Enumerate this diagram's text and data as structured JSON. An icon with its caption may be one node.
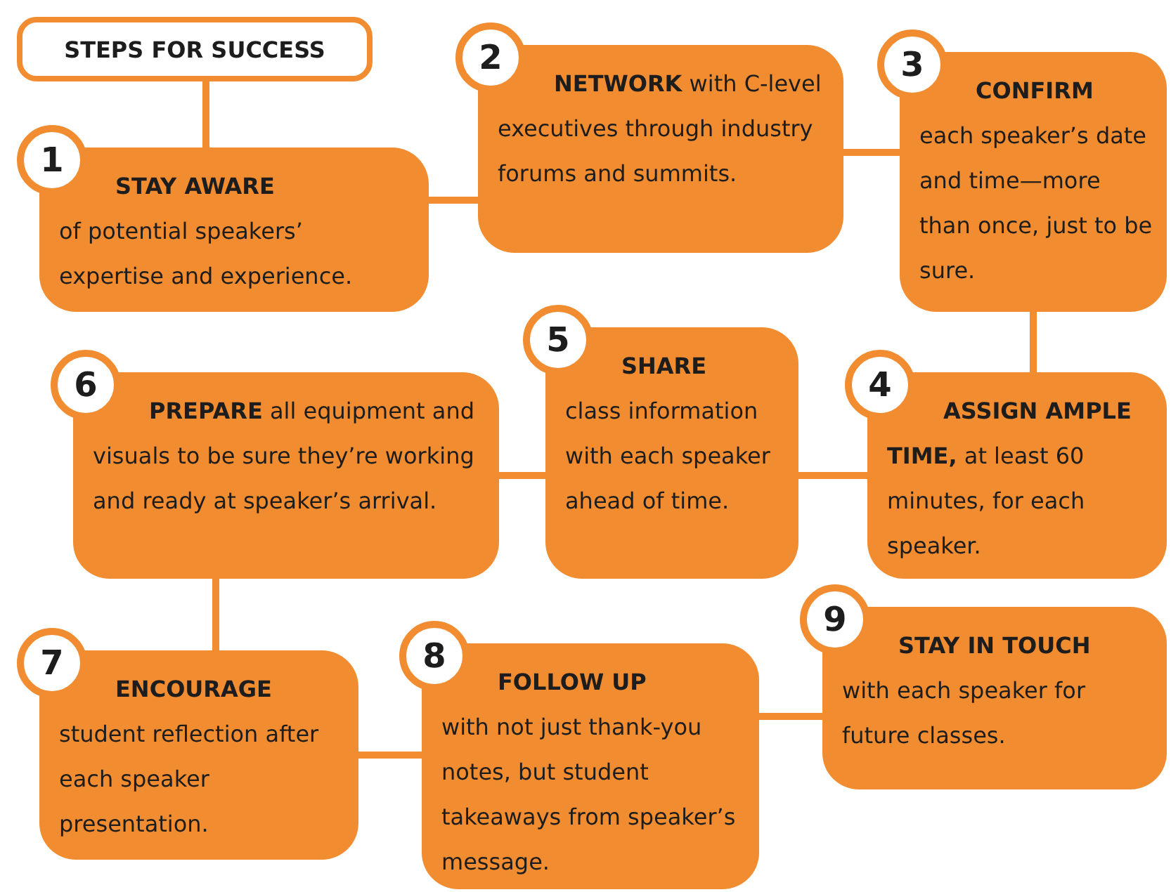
{
  "diagram": {
    "nodes": [
      {
        "text": [
          "STEPS FOR SUCCESS"
        ]
      },
      {
        "text": [
          "1",
          "STAY AWARE",
          "of potential speakers’ expertise and experience."
        ]
      },
      {
        "text": [
          "2",
          "**NETWORK** with C-level executives through industry forums and summits."
        ]
      },
      {
        "text": [
          "3",
          "CONFIRM",
          "each speaker’s date and time—more than once, just to be sure."
        ]
      },
      {
        "text": [
          "4",
          "**ASSIGN AMPLE TIME,** at least 60 minutes, for each speaker."
        ]
      },
      {
        "text": [
          "5",
          "SHARE",
          "class information with each speaker ahead of time."
        ]
      },
      {
        "text": [
          "6",
          "**PREPARE** all equipment and visuals to be sure they’re working and ready at speaker’s arrival."
        ]
      },
      {
        "text": [
          "7",
          "ENCOURAGE",
          "student reflection after each speaker presentation."
        ]
      },
      {
        "text": [
          "8",
          "FOLLOW UP",
          "with not just thank-you notes, but student takeaways from speaker’s message."
        ]
      },
      {
        "text": [
          "9",
          "STAY IN TOUCH",
          "with each speaker for future classes."
        ]
      }
    ],
    "edges": [
      {
        "from": 0,
        "to": 1,
        "arrow": "none"
      },
      {
        "from": 1,
        "to": 2,
        "arrow": "none"
      },
      {
        "from": 2,
        "to": 3,
        "arrow": "none"
      },
      {
        "from": 3,
        "to": 4,
        "arrow": "none"
      },
      {
        "from": 4,
        "to": 5,
        "arrow": "none"
      },
      {
        "from": 5,
        "to": 6,
        "arrow": "none"
      },
      {
        "from": 6,
        "to": 7,
        "arrow": "none"
      },
      {
        "from": 7,
        "to": 8,
        "arrow": "none"
      },
      {
        "from": 8,
        "to": 9,
        "arrow": "none"
      }
    ]
  }
}
